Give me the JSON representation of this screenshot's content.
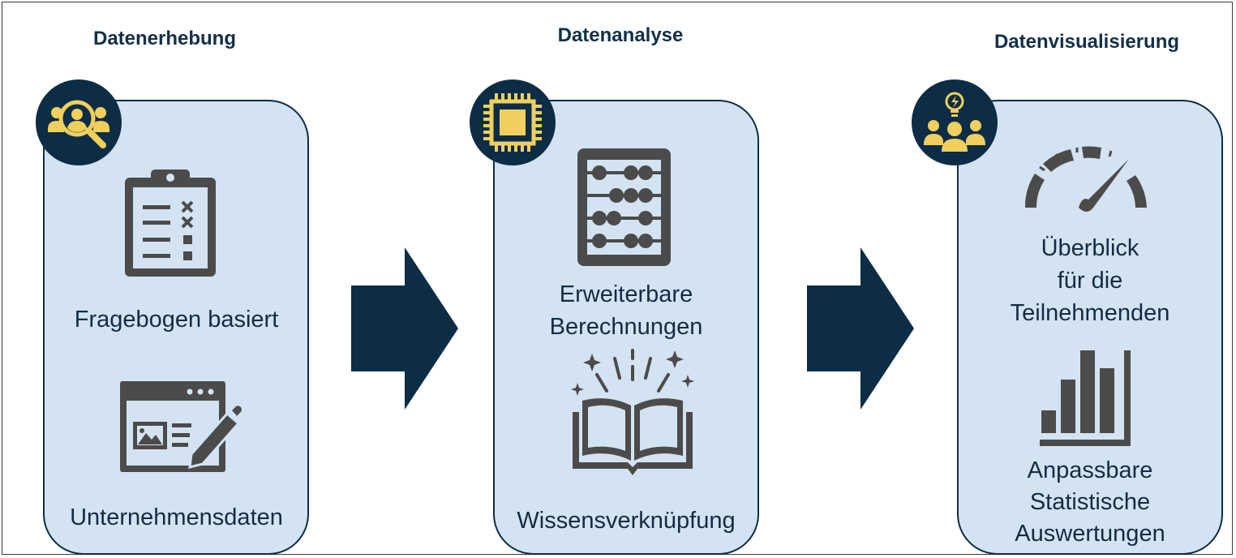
{
  "stages": [
    {
      "heading": "Datenerhebung",
      "badge_icon": "search-people-icon",
      "items": [
        {
          "icon": "clipboard-checklist-icon",
          "label": "Fragebogen basiert"
        },
        {
          "icon": "web-form-edit-icon",
          "label": "Unternehmensdaten"
        }
      ]
    },
    {
      "heading": "Datenanalyse",
      "badge_icon": "cpu-chip-icon",
      "items": [
        {
          "icon": "abacus-icon",
          "label_lines": [
            "Erweiterbare",
            "Berechnungen"
          ]
        },
        {
          "icon": "open-book-icon",
          "label": "Wissensverknüpfung"
        }
      ]
    },
    {
      "heading": "Datenvisualisierung",
      "badge_icon": "idea-team-icon",
      "items": [
        {
          "icon": "speedometer-icon",
          "label_lines": [
            "Überblick",
            "für die",
            "Teilnehmenden"
          ]
        },
        {
          "icon": "bar-chart-icon",
          "label_lines": [
            "Anpassbare",
            "Statistische",
            "Auswertungen"
          ]
        }
      ]
    }
  ],
  "colors": {
    "panel_fill": "#d3e3f1",
    "dark_navy": "#0d2d46",
    "accent_yellow": "#f0cf5e",
    "icon_gray": "#4b4b4b",
    "heading_text": "#123049"
  }
}
